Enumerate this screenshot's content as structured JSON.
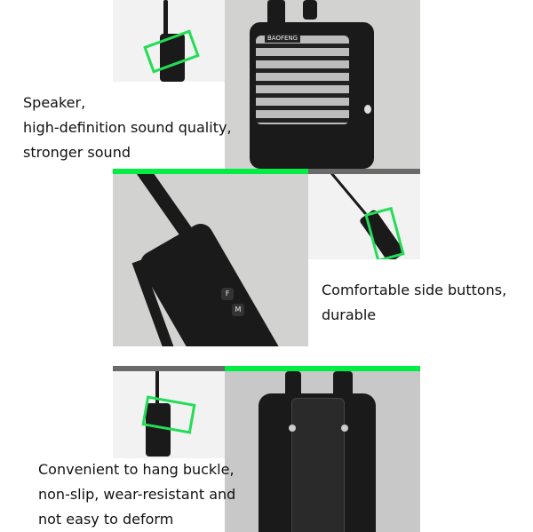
{
  "sections": [
    {
      "id": "speaker",
      "caption_lines": [
        "Speaker,",
        "high-definition sound quality,",
        "stronger sound"
      ],
      "thumbnail_alt": "Radio with speaker highlighted",
      "photo_alt": "Close-up of BAOFENG radio speaker grille",
      "brand_label": "BAOFENG"
    },
    {
      "id": "side-buttons",
      "caption_lines": [
        "Comfortable side buttons,",
        "durable"
      ],
      "thumbnail_alt": "Radio side with buttons highlighted",
      "photo_alt": "Close-up of radio side buttons and belt clip",
      "button_labels": [
        "F",
        "M"
      ]
    },
    {
      "id": "belt-clip",
      "caption_lines": [
        "Convenient to hang buckle,",
        "non-slip, wear-resistant and",
        "not easy to deform"
      ],
      "thumbnail_alt": "Radio back with clip highlighted",
      "photo_alt": "Close-up of radio back belt clip"
    }
  ],
  "colors": {
    "accent_green": "#00ee44",
    "divider_dark": "#6a6a6a",
    "highlight_box": "#22dd55"
  }
}
